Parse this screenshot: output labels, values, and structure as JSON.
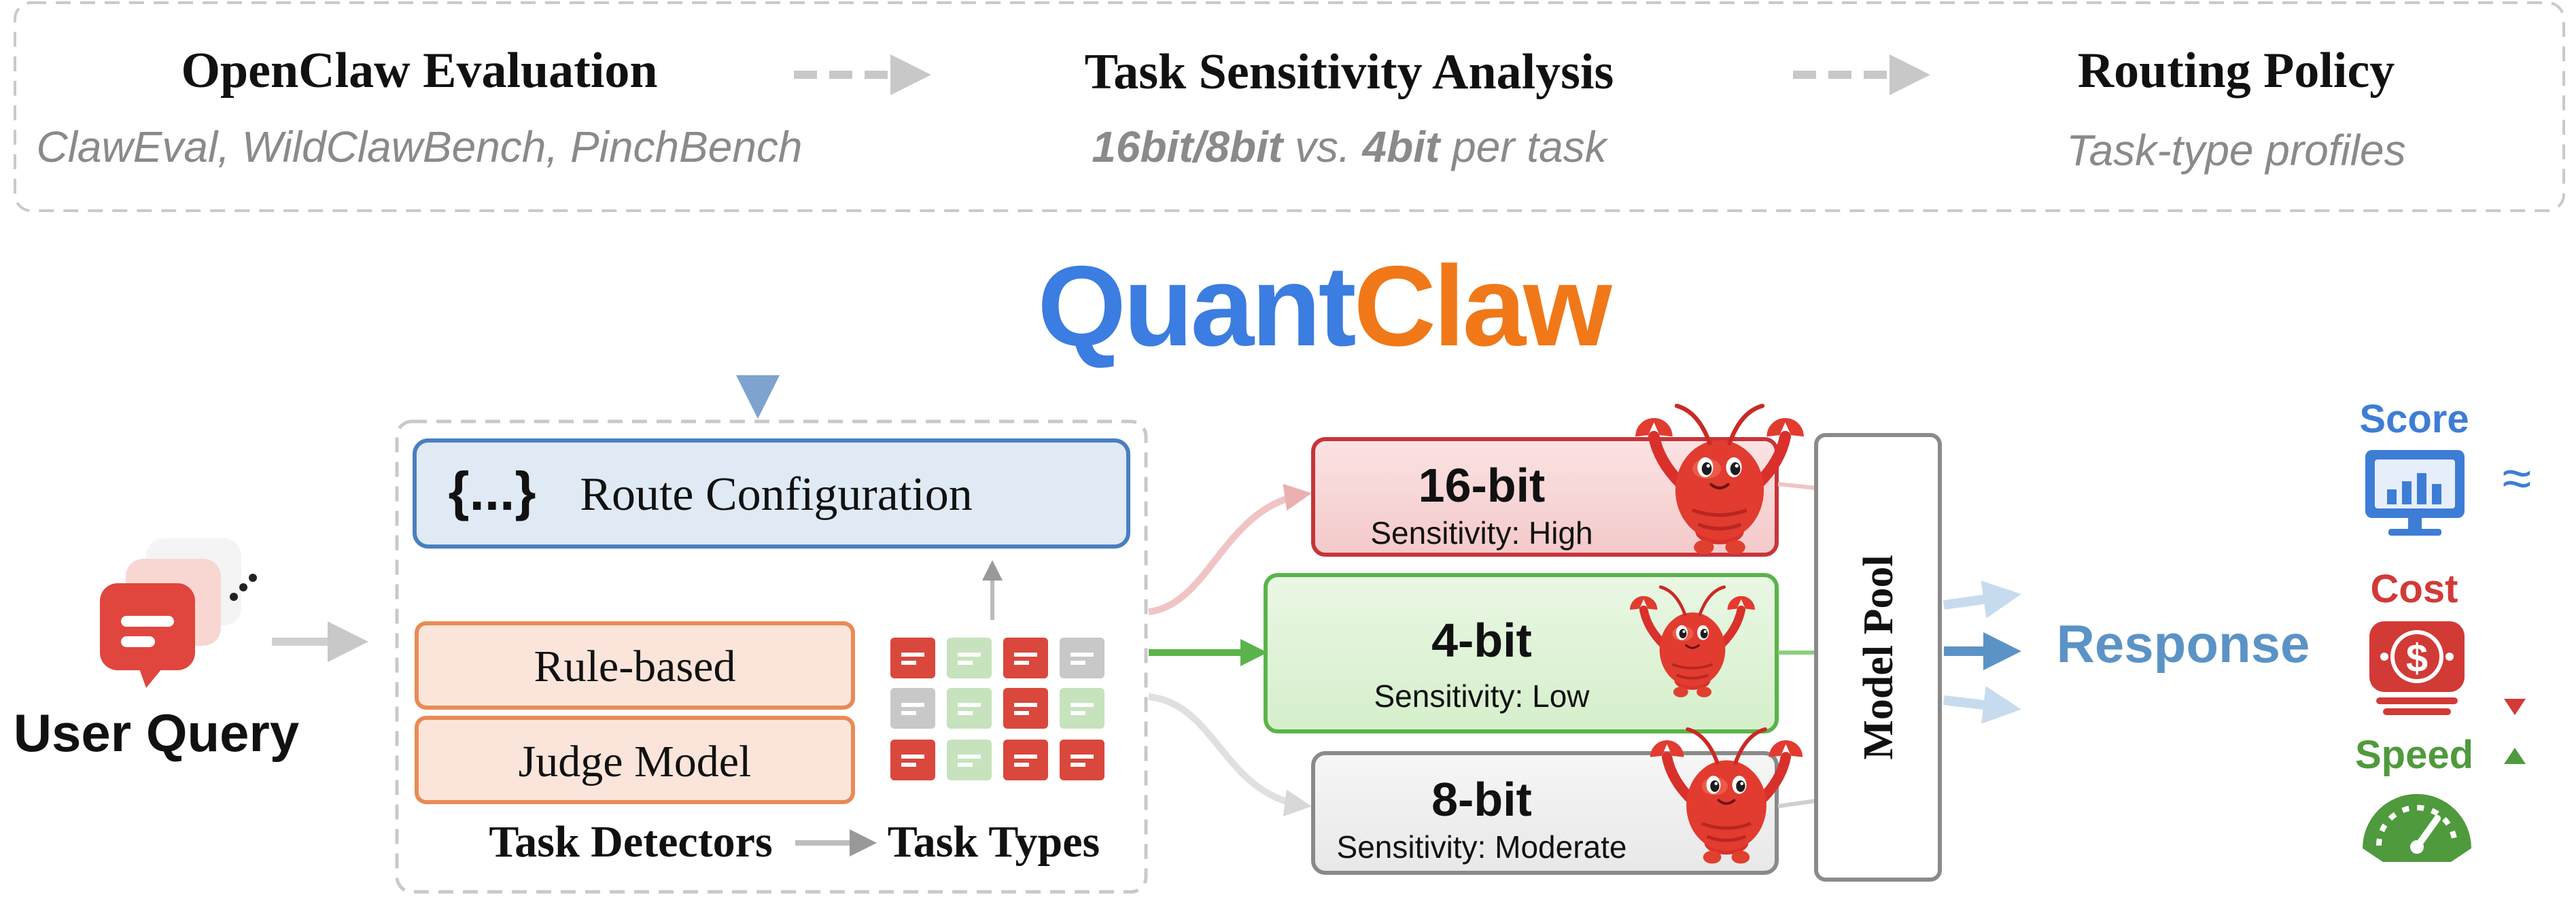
{
  "pipeline": {
    "stage1": {
      "title": "OpenClaw Evaluation",
      "subtitle": "ClawEval, WildClawBench, PinchBench"
    },
    "stage2": {
      "title": "Task Sensitivity Analysis",
      "sub_a": "16bit/8bit",
      "sub_b": " vs. ",
      "sub_c": "4bit",
      "sub_d": " per task"
    },
    "stage3": {
      "title": "Routing Policy",
      "subtitle": "Task-type profiles"
    }
  },
  "brand": {
    "part1": "Quant",
    "part2": "Claw",
    "color1": "#3b7de0",
    "color2": "#f07818"
  },
  "user_query": {
    "label": "User Query"
  },
  "router": {
    "config_icon": "{...}",
    "config_label": "Route Configuration",
    "detector_rule": "Rule-based",
    "detector_judge": "Judge Model",
    "detectors_label": "Task Detectors",
    "types_label": "Task Types"
  },
  "bits": [
    {
      "label": "16-bit",
      "sensitivity": "Sensitivity: High",
      "color": "#c6353a"
    },
    {
      "label": "4-bit",
      "sensitivity": "Sensitivity: Low",
      "color": "#5ab44a"
    },
    {
      "label": "8-bit",
      "sensitivity": "Sensitivity: Moderate",
      "color": "#8a8a8a"
    }
  ],
  "model_pool": {
    "label": "Model Pool"
  },
  "response": {
    "label": "Response"
  },
  "metrics": {
    "score": {
      "label": "Score",
      "symbol": "≈",
      "color": "#3e7dd6"
    },
    "cost": {
      "label": "Cost",
      "color": "#d23a36"
    },
    "speed": {
      "label": "Speed",
      "color": "#4f9a3c"
    }
  },
  "colors": {
    "blue": "#3e7dd6",
    "red": "#d23a36",
    "green": "#5ab44a",
    "orange": "#e98a55",
    "gray": "#999999"
  }
}
